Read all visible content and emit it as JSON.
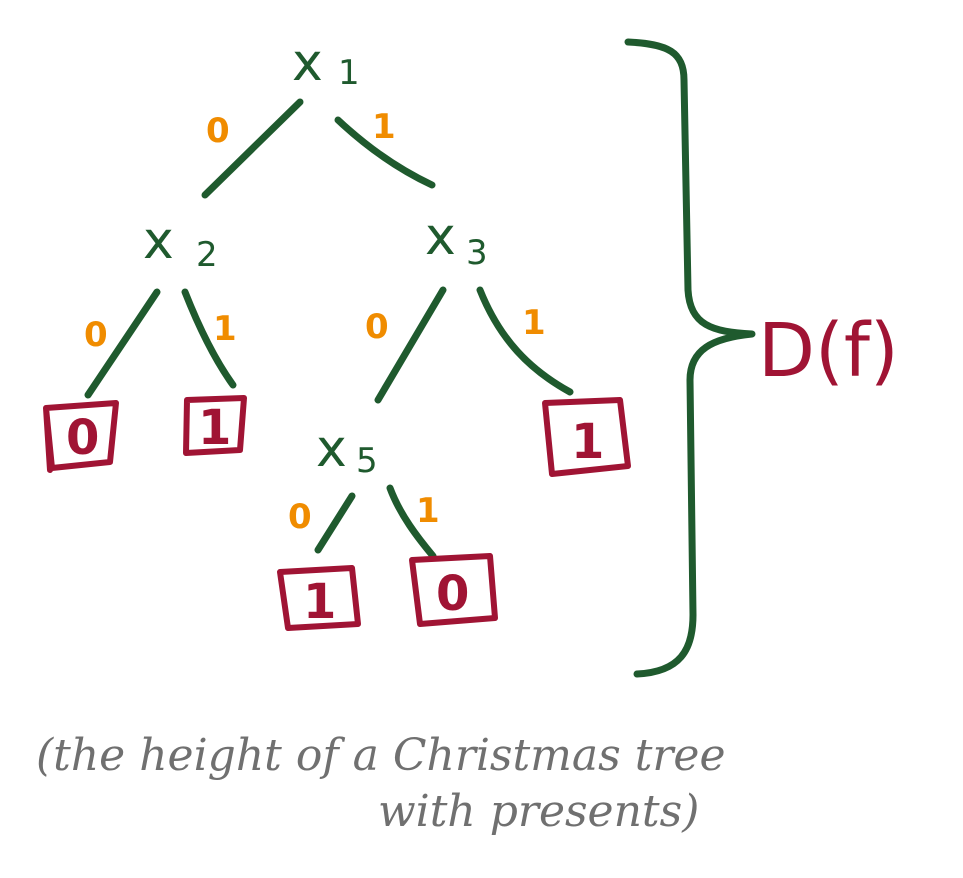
{
  "colors": {
    "tree": "#1f5a2e",
    "edge_label": "#f08c00",
    "leaf": "#a01434",
    "caption": "#707070"
  },
  "nodes": {
    "x1": {
      "var": "x",
      "index": "1"
    },
    "x2": {
      "var": "x",
      "index": "2"
    },
    "x3": {
      "var": "x",
      "index": "3"
    },
    "x5": {
      "var": "x",
      "index": "5"
    }
  },
  "edges": {
    "x1_0": "0",
    "x1_1": "1",
    "x2_0": "0",
    "x2_1": "1",
    "x3_0": "0",
    "x3_1": "1",
    "x5_0": "0",
    "x5_1": "1"
  },
  "leaves": {
    "x2_0": "0",
    "x2_1": "1",
    "x3_1": "1",
    "x5_0": "1",
    "x5_1": "0"
  },
  "depth_label": "D(f)",
  "caption": {
    "line1": "(the height of a Christmas tree",
    "line2": "with presents)"
  }
}
